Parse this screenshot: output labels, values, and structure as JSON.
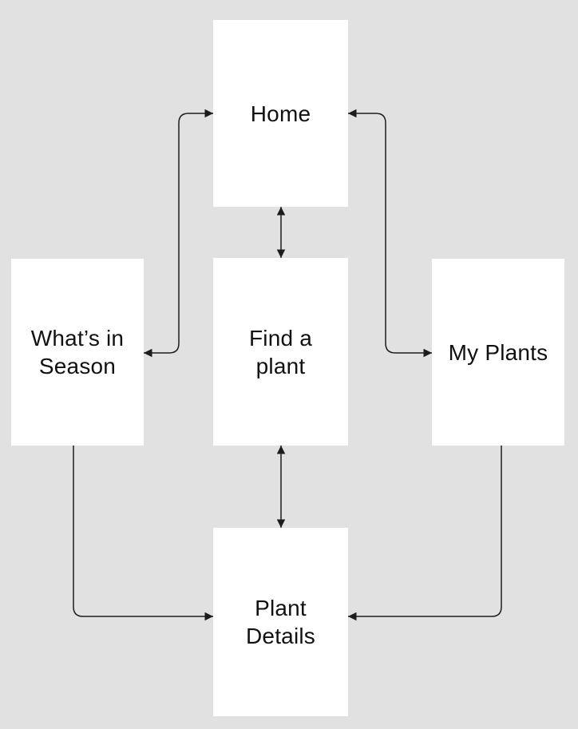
{
  "colors": {
    "background": "#e1e1e1",
    "node_fill": "#ffffff",
    "connector": "#1c1c1c",
    "text": "#111111"
  },
  "nodes": {
    "home": {
      "label": "Home",
      "lines": [
        "Home"
      ]
    },
    "whats_in_season": {
      "label": "What’s in Season",
      "lines": [
        "What’s in",
        "Season"
      ]
    },
    "find_a_plant": {
      "label": "Find a plant",
      "lines": [
        "Find a",
        "plant"
      ]
    },
    "my_plants": {
      "label": "My Plants",
      "lines": [
        "My Plants"
      ]
    },
    "plant_details": {
      "label": "Plant Details",
      "lines": [
        "Plant",
        "Details"
      ]
    }
  },
  "edges": [
    {
      "from": "home",
      "to": "whats_in_season",
      "direction": "bidirectional"
    },
    {
      "from": "home",
      "to": "my_plants",
      "direction": "bidirectional"
    },
    {
      "from": "home",
      "to": "find_a_plant",
      "direction": "bidirectional"
    },
    {
      "from": "find_a_plant",
      "to": "plant_details",
      "direction": "bidirectional"
    },
    {
      "from": "whats_in_season",
      "to": "plant_details",
      "direction": "one-way"
    },
    {
      "from": "my_plants",
      "to": "plant_details",
      "direction": "one-way"
    }
  ]
}
